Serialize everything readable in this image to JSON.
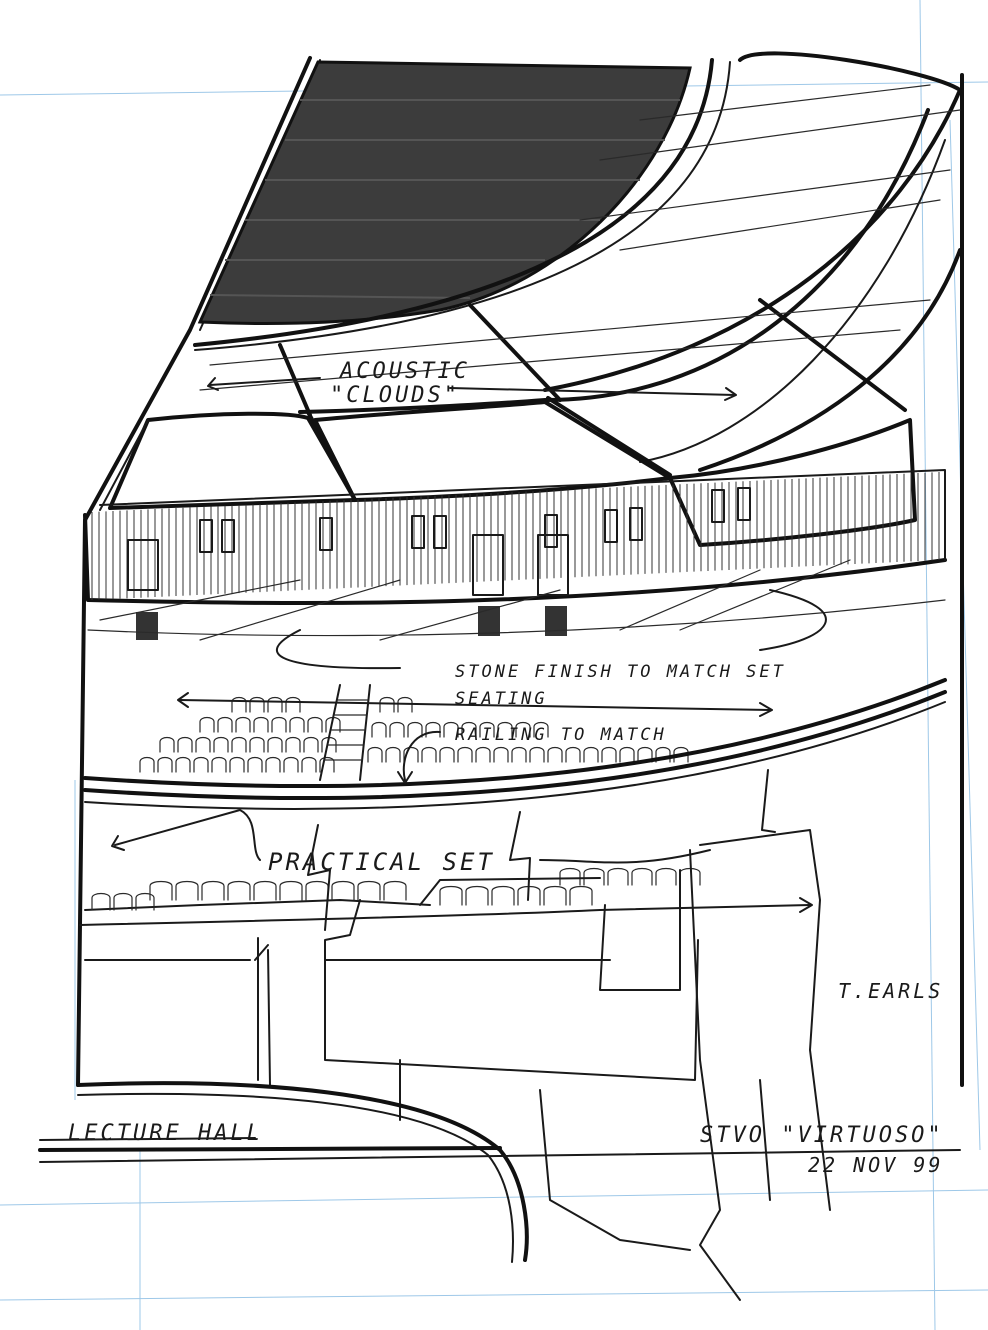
{
  "labels": {
    "acoustic_line1": "ACOUSTIC",
    "acoustic_line2": "\"CLOUDS\"",
    "stone_finish": "STONE FINISH TO MATCH SET",
    "seating": "SEATING",
    "railing": "RAILING TO MATCH",
    "practical_set": "PRACTICAL    SET",
    "signature": "T.EARLS",
    "title": "LECTURE HALL",
    "project": "STVO \"VIRTUOSO\"",
    "date": "22 NOV 99"
  },
  "colors": {
    "ink": "#1a1a1a",
    "marker_fill": "#3c3c3c",
    "guide_blue": "#9ec8e8",
    "paper": "#ffffff"
  }
}
